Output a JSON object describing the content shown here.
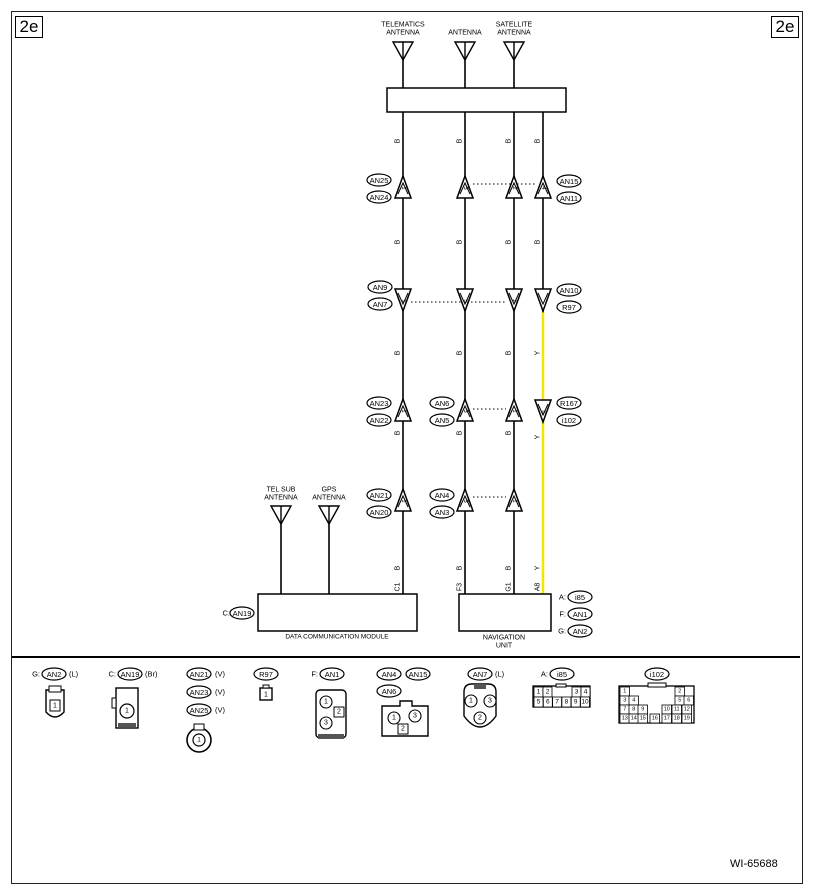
{
  "page": {
    "corner_label": "2e",
    "doc_number": "WI-65688"
  },
  "antennas": {
    "telematics": [
      "TELEMATICS",
      "ANTENNA"
    ],
    "antenna": [
      "ANTENNA"
    ],
    "satellite": [
      "SATELLITE",
      "ANTENNA"
    ],
    "tel_sub": [
      "TEL SUB",
      "ANTENNA"
    ],
    "gps": [
      "GPS",
      "ANTENNA"
    ]
  },
  "modules": {
    "dcm": {
      "label": "DATA COMMUNICATION MODULE",
      "prefix": "C:",
      "connector": "AN19"
    },
    "nav": {
      "label": [
        "NAVIGATION",
        "UNIT"
      ],
      "pins": [
        "C1",
        "F3",
        "G1",
        "A8"
      ],
      "connectors": [
        {
          "prefix": "A:",
          "id": "i85"
        },
        {
          "prefix": "F:",
          "id": "AN1"
        },
        {
          "prefix": "G:",
          "id": "AN2"
        }
      ]
    }
  },
  "wire_colors": {
    "black": "B",
    "yellow": "Y"
  },
  "connector_labels": {
    "row1": [
      "AN25",
      "AN24",
      "AN15",
      "AN11"
    ],
    "row2": [
      "AN9",
      "AN7",
      "AN10",
      "R97"
    ],
    "row3": [
      "AN23",
      "AN22",
      "AN6",
      "AN5",
      "R167",
      "i102"
    ],
    "row4": [
      "AN21",
      "AN20",
      "AN4",
      "AN3"
    ]
  },
  "pin_numbers": {
    "row1": [
      "1",
      "3",
      "2",
      "4"
    ],
    "row2": [
      "1",
      "3",
      "2"
    ],
    "row3": [
      "1",
      "3",
      "1",
      "8"
    ],
    "row4": [
      "1",
      "3",
      "1"
    ]
  },
  "legend": {
    "an2": {
      "prefix": "G:",
      "id": "AN2",
      "color": "(L)",
      "pins": [
        "1"
      ]
    },
    "an19": {
      "prefix": "C:",
      "id": "AN19",
      "color": "(Br)",
      "pins": [
        "1"
      ]
    },
    "an_v": {
      "items": [
        {
          "id": "AN21",
          "color": "(V)"
        },
        {
          "id": "AN23",
          "color": "(V)"
        },
        {
          "id": "AN25",
          "color": "(V)"
        }
      ],
      "pins": [
        "1"
      ]
    },
    "r97": {
      "id": "R97",
      "pins": [
        "1"
      ]
    },
    "an1": {
      "prefix": "F:",
      "id": "AN1",
      "pins": [
        "1",
        "2",
        "3"
      ]
    },
    "an4": {
      "ids": [
        "AN4",
        "AN15",
        "AN6"
      ],
      "pins": [
        "1",
        "3",
        "2"
      ]
    },
    "an7": {
      "id": "AN7",
      "color": "(L)",
      "pins": [
        "1",
        "3",
        "2"
      ]
    },
    "i85": {
      "prefix": "A:",
      "id": "i85",
      "row1": [
        "1",
        "2",
        "",
        "3",
        "4"
      ],
      "row2": [
        "5",
        "6",
        "7",
        "8",
        "9",
        "10"
      ]
    },
    "i102": {
      "id": "i102",
      "pins": [
        "1",
        "2",
        "3",
        "4",
        "5",
        "6",
        "7",
        "8",
        "9",
        "10",
        "11",
        "12",
        "13",
        "14",
        "15",
        "16",
        "17",
        "18",
        "19"
      ]
    }
  },
  "colors": {
    "line": "#000000",
    "yellow_wire": "#f2e600",
    "background": "#ffffff"
  }
}
